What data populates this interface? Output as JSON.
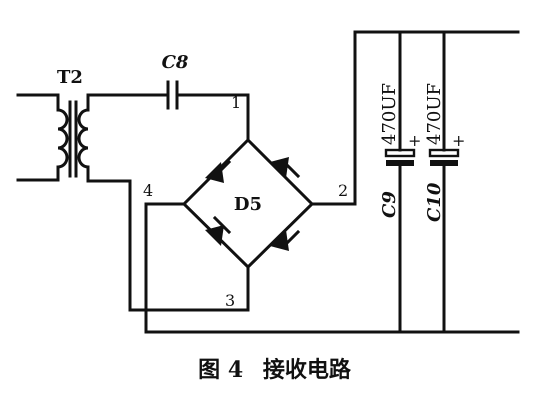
{
  "transformer": {
    "label": "T2"
  },
  "capacitor_c8": {
    "label": "C8"
  },
  "bridge": {
    "label": "D5"
  },
  "pins": {
    "p1": "1",
    "p2": "2",
    "p3": "3",
    "p4": "4"
  },
  "c9": {
    "label": "C9",
    "value": "470UF",
    "polarity": "+"
  },
  "c10": {
    "label": "C10",
    "value": "470UF",
    "polarity": "+"
  },
  "caption": {
    "figure": "图 4",
    "title": "接收电路"
  }
}
